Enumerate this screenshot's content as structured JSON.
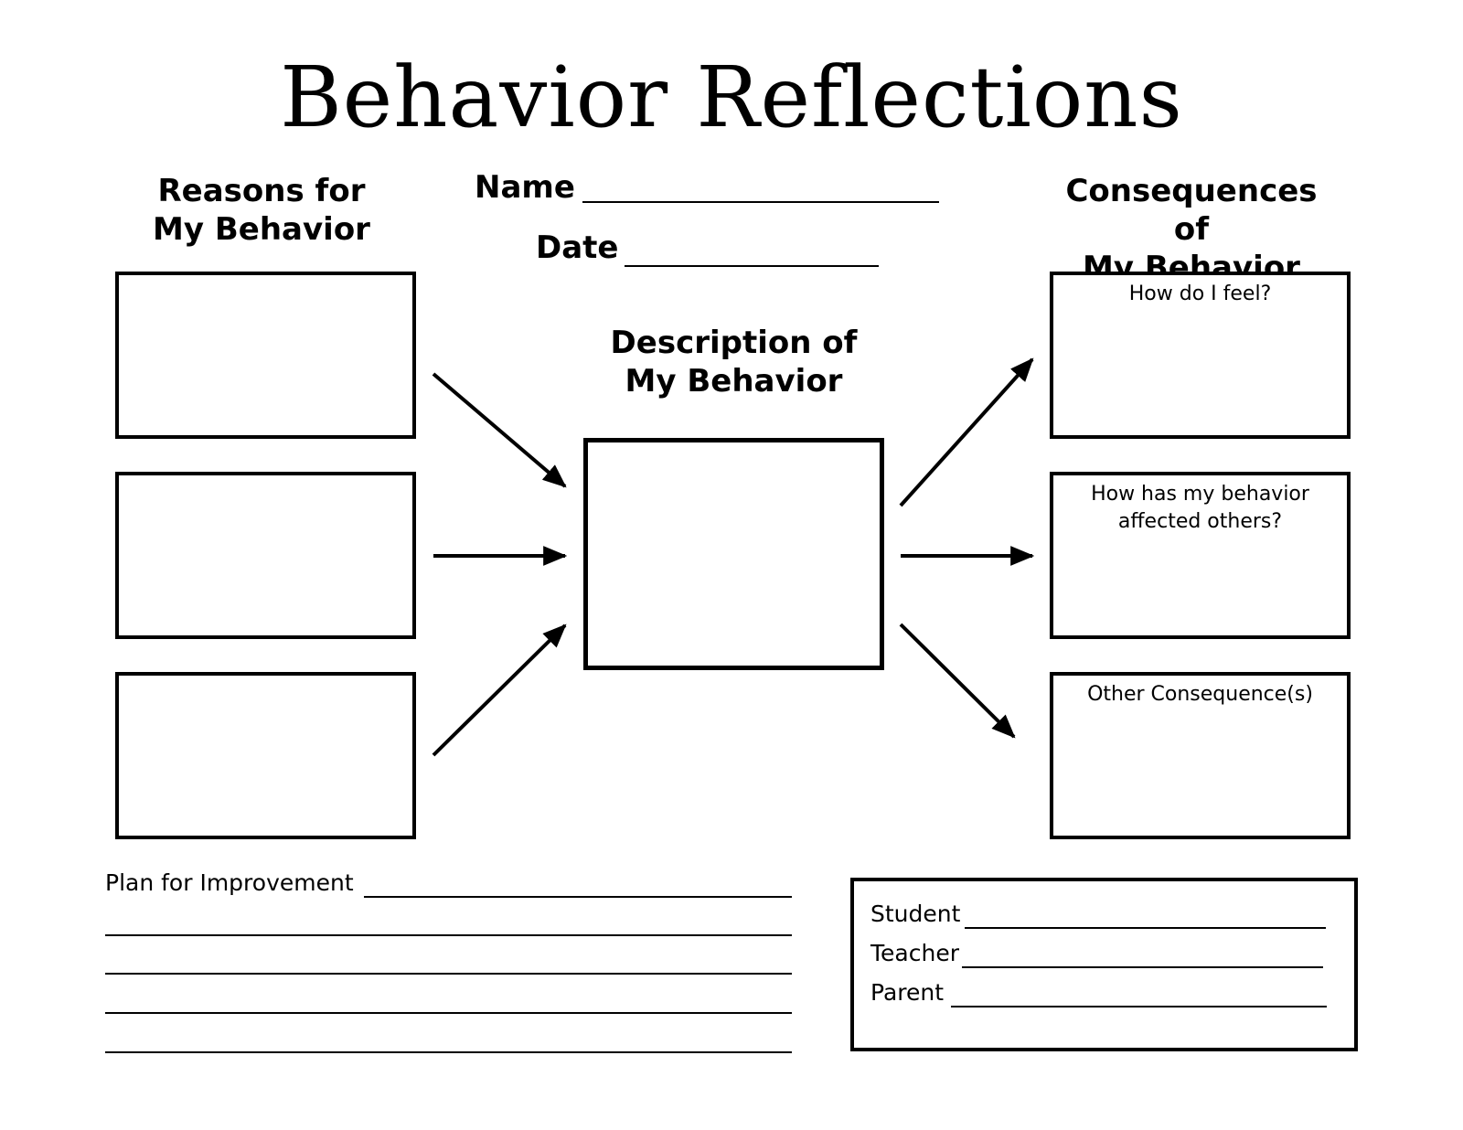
{
  "title": "Behavior Reflections",
  "reasons_heading": {
    "line1": "Reasons for",
    "line2": "My Behavior"
  },
  "header_fields": {
    "name_label": "Name",
    "date_label": "Date"
  },
  "consequences_heading": {
    "line1": "Consequences of",
    "line2": "My Behavior"
  },
  "description_heading": {
    "line1": "Description of",
    "line2": "My Behavior"
  },
  "consequence_boxes": [
    {
      "line1": "How do I feel?",
      "line2": ""
    },
    {
      "line1": "How has my behavior",
      "line2": "affected others?"
    },
    {
      "line1": "Other Consequence(s)",
      "line2": ""
    }
  ],
  "plan": {
    "label": "Plan for Improvement"
  },
  "signatures": {
    "student": "Student",
    "teacher": "Teacher",
    "parent": "Parent"
  }
}
